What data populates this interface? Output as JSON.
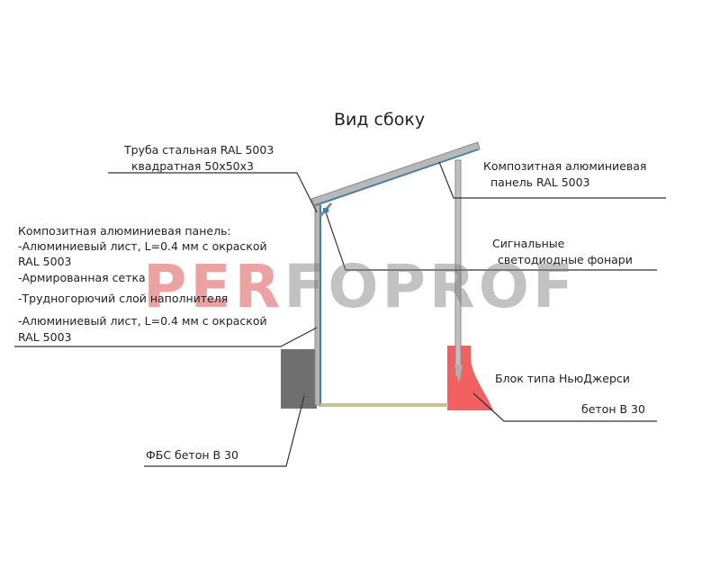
{
  "title": "Вид сбоку",
  "labels": {
    "pipe_line1": "Труба стальная RAL 5003",
    "pipe_line2": "квадратная 50х50х3",
    "panel_right_line1": "Композитная алюминиевая",
    "panel_right_line2": "панель RAL 5003",
    "panel_left_line1": "Композитная алюминиевая панель:",
    "panel_left_line2": "-Алюминиевый лист, L=0.4 мм с окраской",
    "panel_left_line3": "RAL 5003",
    "panel_left_line4": "-Армированная сетка",
    "panel_left_line5": "-Трудногорючий слой наполнителя",
    "panel_left_line6": "-Алюминиевый лист, L=0.4 мм с окраской",
    "panel_left_line7": "RAL 5003",
    "lights_line1": "Сигнальные",
    "lights_line2": "светодиодные фонари",
    "block_line1": "Блок типа НьюДжерси",
    "block_line2": "бетон В 30",
    "fbs": "ФБС бетон В 30"
  },
  "watermark": {
    "part1": "PER",
    "part2": "FOPROF"
  },
  "colors": {
    "structure": "#8a8a8a",
    "panel_blue": "#3f7fb0",
    "fbs_block": "#6f6f6f",
    "new_jersey_block": "#f26060",
    "floor": "#c8bfa0",
    "leader": "#333333"
  }
}
